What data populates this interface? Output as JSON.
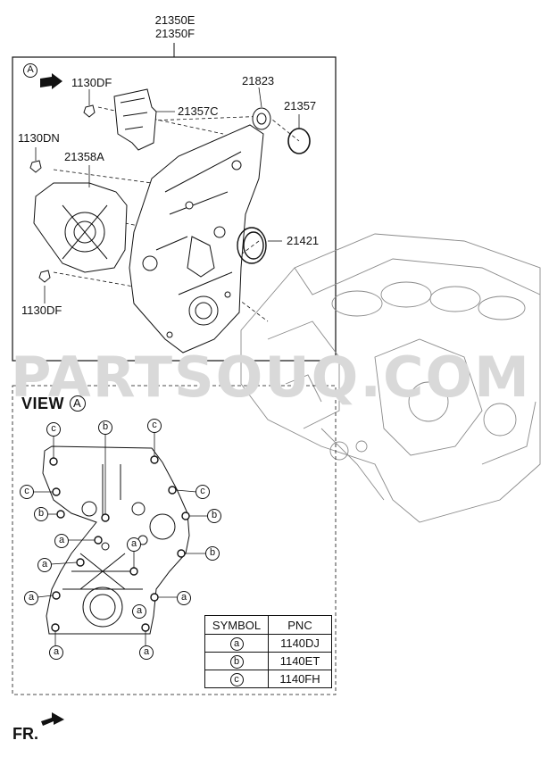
{
  "top_labels": {
    "main_part_1": "21350E",
    "main_part_2": "21350F"
  },
  "callouts": {
    "view_marker": "A",
    "bolt_1130DF_top": "1130DF",
    "cover_21357C": "21357C",
    "seal_21823": "21823",
    "oring_21357": "21357",
    "bolt_1130DN": "1130DN",
    "cover_21358A": "21358A",
    "seal_21421": "21421",
    "bolt_1130DF_bottom": "1130DF"
  },
  "watermark": "PARTSOUQ.COM",
  "view_title": "VIEW",
  "view_marker": "A",
  "bolt_markers": [
    {
      "id": "c1",
      "sym": "c"
    },
    {
      "id": "b1",
      "sym": "b"
    },
    {
      "id": "c2",
      "sym": "c"
    },
    {
      "id": "c3",
      "sym": "c"
    },
    {
      "id": "c4",
      "sym": "c"
    },
    {
      "id": "b2",
      "sym": "b"
    },
    {
      "id": "b3",
      "sym": "b"
    },
    {
      "id": "a1",
      "sym": "a"
    },
    {
      "id": "a2",
      "sym": "a"
    },
    {
      "id": "a3",
      "sym": "a"
    },
    {
      "id": "b4",
      "sym": "b"
    },
    {
      "id": "a4",
      "sym": "a"
    },
    {
      "id": "a5",
      "sym": "a"
    },
    {
      "id": "a6",
      "sym": "a"
    },
    {
      "id": "a7",
      "sym": "a"
    },
    {
      "id": "a8",
      "sym": "a"
    }
  ],
  "symbol_table": {
    "header_symbol": "SYMBOL",
    "header_pnc": "PNC",
    "rows": [
      {
        "symbol": "a",
        "pnc": "1140DJ"
      },
      {
        "symbol": "b",
        "pnc": "1140ET"
      },
      {
        "symbol": "c",
        "pnc": "1140FH"
      }
    ]
  },
  "front_label": "FR."
}
